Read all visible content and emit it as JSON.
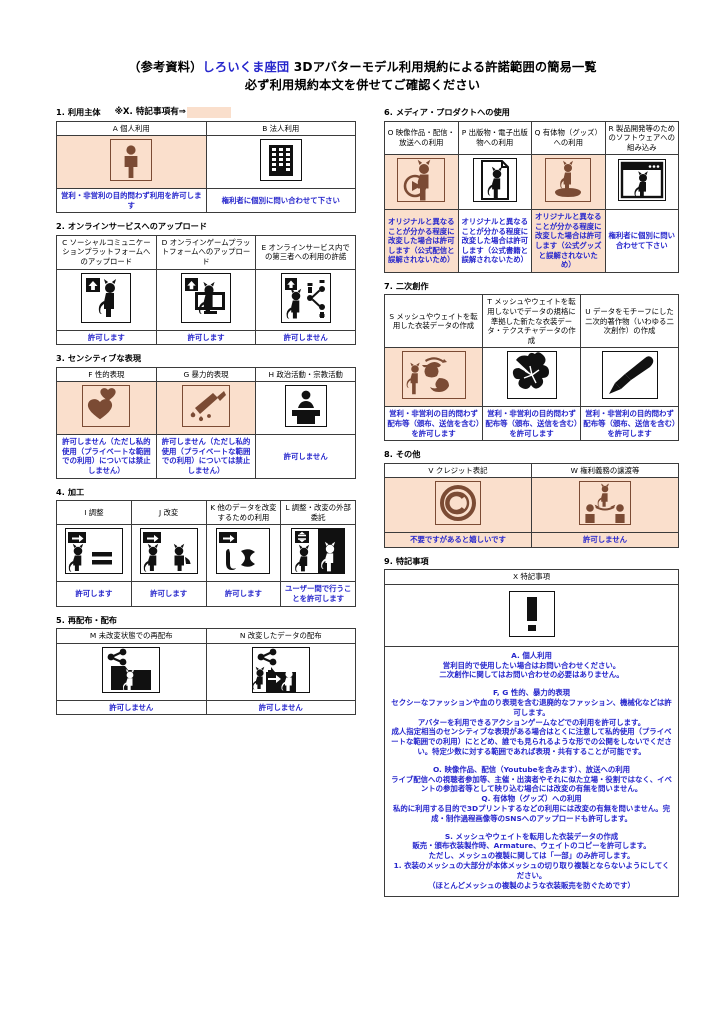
{
  "title": {
    "line1_pre": "（参考資料）",
    "line1_blue": "しろいくま座団",
    "line1_post": " 3Dアバターモデル利用規約による許諾範囲の簡易一覧",
    "line2": "必ず利用規約本文を併せてご確認ください"
  },
  "legend": {
    "note": "※X. 特記事項有⇒",
    "swatch_color": "#FADFCC"
  },
  "colors": {
    "highlight": "#FADFCC",
    "icon_brown": "#7B4B34",
    "note_blue": "#2626CC",
    "border": "#3B3B3B"
  },
  "sections": [
    {
      "number": "1.",
      "title": "利用主体",
      "columns": [
        {
          "code": "A",
          "header": "A 個人利用",
          "icon": "person-icon",
          "highlight": true,
          "note": "営利・非営利の目的問わず利用を許可します"
        },
        {
          "code": "B",
          "header": "B 法人利用",
          "icon": "building-icon",
          "highlight": false,
          "note": "権利者に個別に問い合わせて下さい"
        }
      ]
    },
    {
      "number": "2.",
      "title": "オンラインサービスへのアップロード",
      "columns": [
        {
          "code": "C",
          "header": "C ソーシャルコミュニケーションプラットフォームへのアップロード",
          "icon": "upload-cat-icon",
          "highlight": false,
          "note": "許可します"
        },
        {
          "code": "D",
          "header": "D オンラインゲームプラットフォームへのアップロード",
          "icon": "upload-monitor-cat-icon",
          "highlight": false,
          "note": "許可します"
        },
        {
          "code": "E",
          "header": "E オンラインサービス内での第三者への利用の許諾",
          "icon": "share-cat-people-icon",
          "highlight": false,
          "note": "許可しません"
        }
      ]
    },
    {
      "number": "3.",
      "title": "センシティブな表現",
      "columns": [
        {
          "code": "F",
          "header": "F 性的表現",
          "icon": "hearts-icon",
          "highlight": true,
          "note": "許可しません（ただし私的使用（プライベートな範囲での利用）については禁止しません）"
        },
        {
          "code": "G",
          "header": "G 暴力的表現",
          "icon": "bloody-knife-icon",
          "highlight": true,
          "note": "許可しません（ただし私的使用（プライベートな範囲での利用）については禁止しません）"
        },
        {
          "code": "H",
          "header": "H 政治活動・宗教活動",
          "icon": "podium-speaker-icon",
          "highlight": false,
          "note": "許可しません"
        }
      ]
    },
    {
      "number": "4.",
      "title": "加工",
      "columns": [
        {
          "code": "I",
          "header": "I 調整",
          "icon": "arrow-cat-equals-icon",
          "highlight": false,
          "note": "許可します"
        },
        {
          "code": "J",
          "header": "J 改変",
          "icon": "arrow-cat-modified-icon",
          "highlight": false,
          "note": "許可します"
        },
        {
          "code": "K",
          "header": "K 他のデータを改変するための利用",
          "icon": "arrow-cat-other-data-icon",
          "highlight": false,
          "note": "許可します"
        },
        {
          "code": "L",
          "header": "L 調整・改変の外部委託",
          "icon": "two-cats-transfer-icon",
          "highlight": false,
          "note": "ユーザー間で行うことを許可します"
        }
      ]
    },
    {
      "number": "5.",
      "title": "再配布・配布",
      "columns": [
        {
          "code": "M",
          "header": "M 未改変状態での再配布",
          "icon": "share-folder-cat-icon",
          "highlight": false,
          "note": "許可しません"
        },
        {
          "code": "N",
          "header": "N 改変したデータの配布",
          "icon": "share-modified-cat-icon",
          "highlight": false,
          "note": "許可しません"
        }
      ]
    },
    {
      "number": "6.",
      "title": "メディア・プロダクトへの使用",
      "columns": [
        {
          "code": "O",
          "header": "O 映像作品・配信・放送への利用",
          "icon": "play-cat-icon",
          "highlight": true,
          "note": "オリジナルと異なることが分かる程度に改変した場合は許可します（公式配信と誤解されないため）"
        },
        {
          "code": "P",
          "header": "P 出版物・電子出版物への利用",
          "icon": "document-cat-icon",
          "highlight": false,
          "note": "オリジナルと異なることが分かる程度に改変した場合は許可します（公式書籍と誤解されないため）"
        },
        {
          "code": "Q",
          "header": "Q 有体物（グッズ）への利用",
          "icon": "figurine-cat-icon",
          "highlight": true,
          "note": "オリジナルと異なることが分かる程度に改変した場合は許可します（公式グッズと誤解されないため）"
        },
        {
          "code": "R",
          "header": "R 製品開発等のためのソフトウェアへの組み込み",
          "icon": "window-cat-icon",
          "highlight": false,
          "note": "権利者に個別に問い合わせて下さい"
        }
      ]
    },
    {
      "number": "7.",
      "title": "二次創作",
      "columns": [
        {
          "code": "S",
          "header": "S メッシュやウェイトを転用した衣装データの作成",
          "icon": "cat-clothing-reuse-icon",
          "highlight": true,
          "note": "営利・非営利の目的問わず配布等（頒布、送信を含む）を許可します"
        },
        {
          "code": "T",
          "header": "T メッシュやウェイトを転用しないでデータの規格に準拠した新たな衣装データ・テクスチャデータの作成",
          "icon": "clothing-new-icon",
          "highlight": false,
          "note": "営利・非営利の目的問わず配布等（頒布、送信を含む）を許可します"
        },
        {
          "code": "U",
          "header": "U データをモチーフにした二次的著作物（いわゆる二次創作）の作成",
          "icon": "paintbrush-icon",
          "highlight": false,
          "note": "営利・非営利の目的問わず配布等（頒布、送信を含む）を許可します"
        }
      ]
    },
    {
      "number": "8.",
      "title": "その他",
      "columns": [
        {
          "code": "V",
          "header": "V クレジット表記",
          "icon": "copyright-icon",
          "highlight": true,
          "note": "不要ですがあると嬉しいです"
        },
        {
          "code": "W",
          "header": "W 権利義務の譲渡等",
          "icon": "rights-transfer-icon",
          "highlight": true,
          "note": "許可しません"
        }
      ]
    }
  ],
  "special": {
    "number": "9.",
    "title": "特記事項",
    "header": "X 特記事項",
    "icon": "exclamation-icon",
    "blocks": [
      {
        "heading": "A. 個人利用",
        "lines": [
          "営利目的で使用したい場合はお問い合わせください。",
          "二次創作に関してはお問い合わせの必要はありません。"
        ]
      },
      {
        "heading": "F, G 性的、暴力的表現",
        "lines": [
          "セクシーなファッションや血のり表現を含む退廃的なファッション、機械化などは許可します。",
          "アバターを利用できるアクションゲームなどでの利用を許可します。",
          "成人指定相当のセンシティブな表現がある場合はとくに注意して私的使用（プライベートな範囲での利用）にとどめ、誰でも見られるような形での公開をしないでください。特定少数に対する範囲であれば表現・共有することが可能です。"
        ]
      },
      {
        "heading": "O. 映像作品、配信（Youtubeを含みます）、放送への利用",
        "lines": [
          "ライブ配信への視聴者参加等、主催・出演者やそれに似た立場・役割ではなく、イベントの参加者等として映り込む場合には改変の有無を問いません。"
        ]
      },
      {
        "heading": "Q. 有体物（グッズ）への利用",
        "lines": [
          "私的に利用する目的で3Dプリントするなどの利用には改変の有無を問いません。完成・制作過程画像等のSNSへのアップロードも許可します。"
        ]
      },
      {
        "heading": "S. メッシュやウェイトを転用した衣装データの作成",
        "lines": [
          "販売・頒布衣装製作時、Armature、ウェイトのコピーを許可します。",
          "ただし、メッシュの複製に関しては「一部」のみ許可します。",
          "1. 衣装のメッシュの大部分が本体メッシュの切り取り複製とならないようにしてください。",
          "（ほとんどメッシュの複製のような衣装販売を防ぐためです）"
        ]
      }
    ]
  }
}
